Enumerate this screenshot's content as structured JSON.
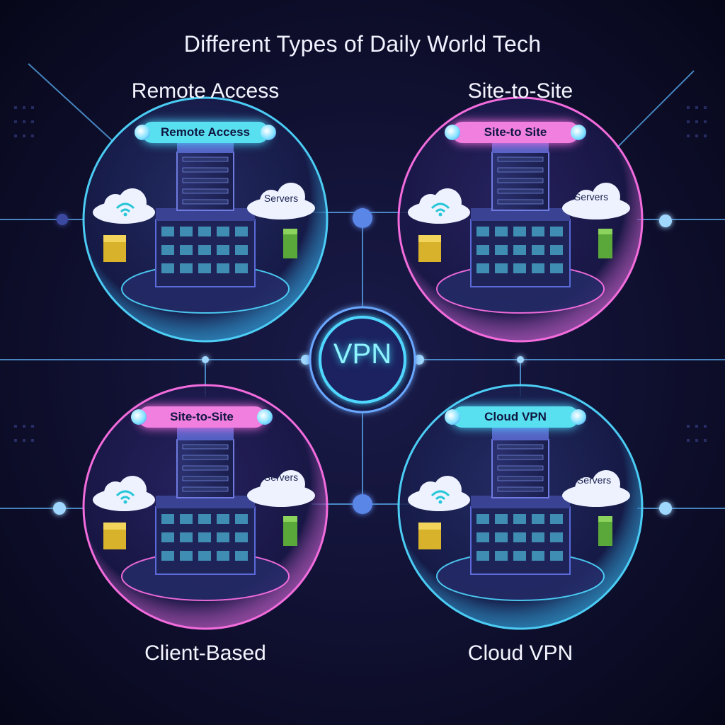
{
  "title": "Different Types of  Daily World Tech",
  "center_label": "VPN",
  "quadrants": [
    {
      "heading": "Remote Access",
      "chip": "Remote Access",
      "cloud_label": "Servers",
      "accent": "#4fd7ff"
    },
    {
      "heading": "Site-to-Site",
      "chip": "Site-to Site",
      "cloud_label": "Servers",
      "accent": "#ff71e6"
    },
    {
      "heading": "Client-Based",
      "chip": "Site-to-Site",
      "cloud_label": "Servers",
      "accent": "#ff71e6"
    },
    {
      "heading": "Cloud VPN",
      "chip": "Cloud VPN",
      "cloud_label": "Servers",
      "accent": "#4fd7ff"
    }
  ],
  "colors": {
    "background": "#0b0b24",
    "cyan": "#4fd7ff",
    "pink": "#ff71e6",
    "building": "#2c3270"
  }
}
